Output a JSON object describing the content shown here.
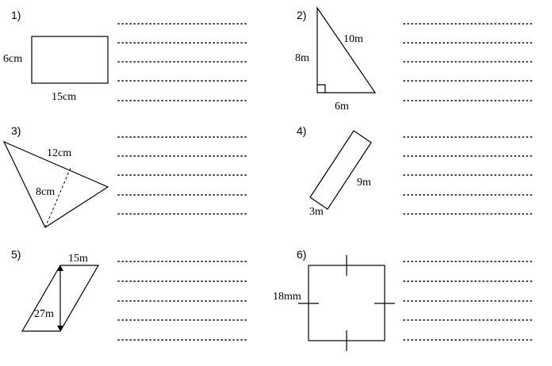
{
  "problems": [
    {
      "number": "1)",
      "labels": [
        "6cm",
        "15cm"
      ]
    },
    {
      "number": "2)",
      "labels": [
        "10m",
        "8m",
        "6m"
      ]
    },
    {
      "number": "3)",
      "labels": [
        "12cm",
        "8cm"
      ]
    },
    {
      "number": "4)",
      "labels": [
        "9m",
        "3m"
      ]
    },
    {
      "number": "5)",
      "labels": [
        "15m",
        "27m"
      ]
    },
    {
      "number": "6)",
      "labels": [
        "18mm"
      ]
    }
  ]
}
